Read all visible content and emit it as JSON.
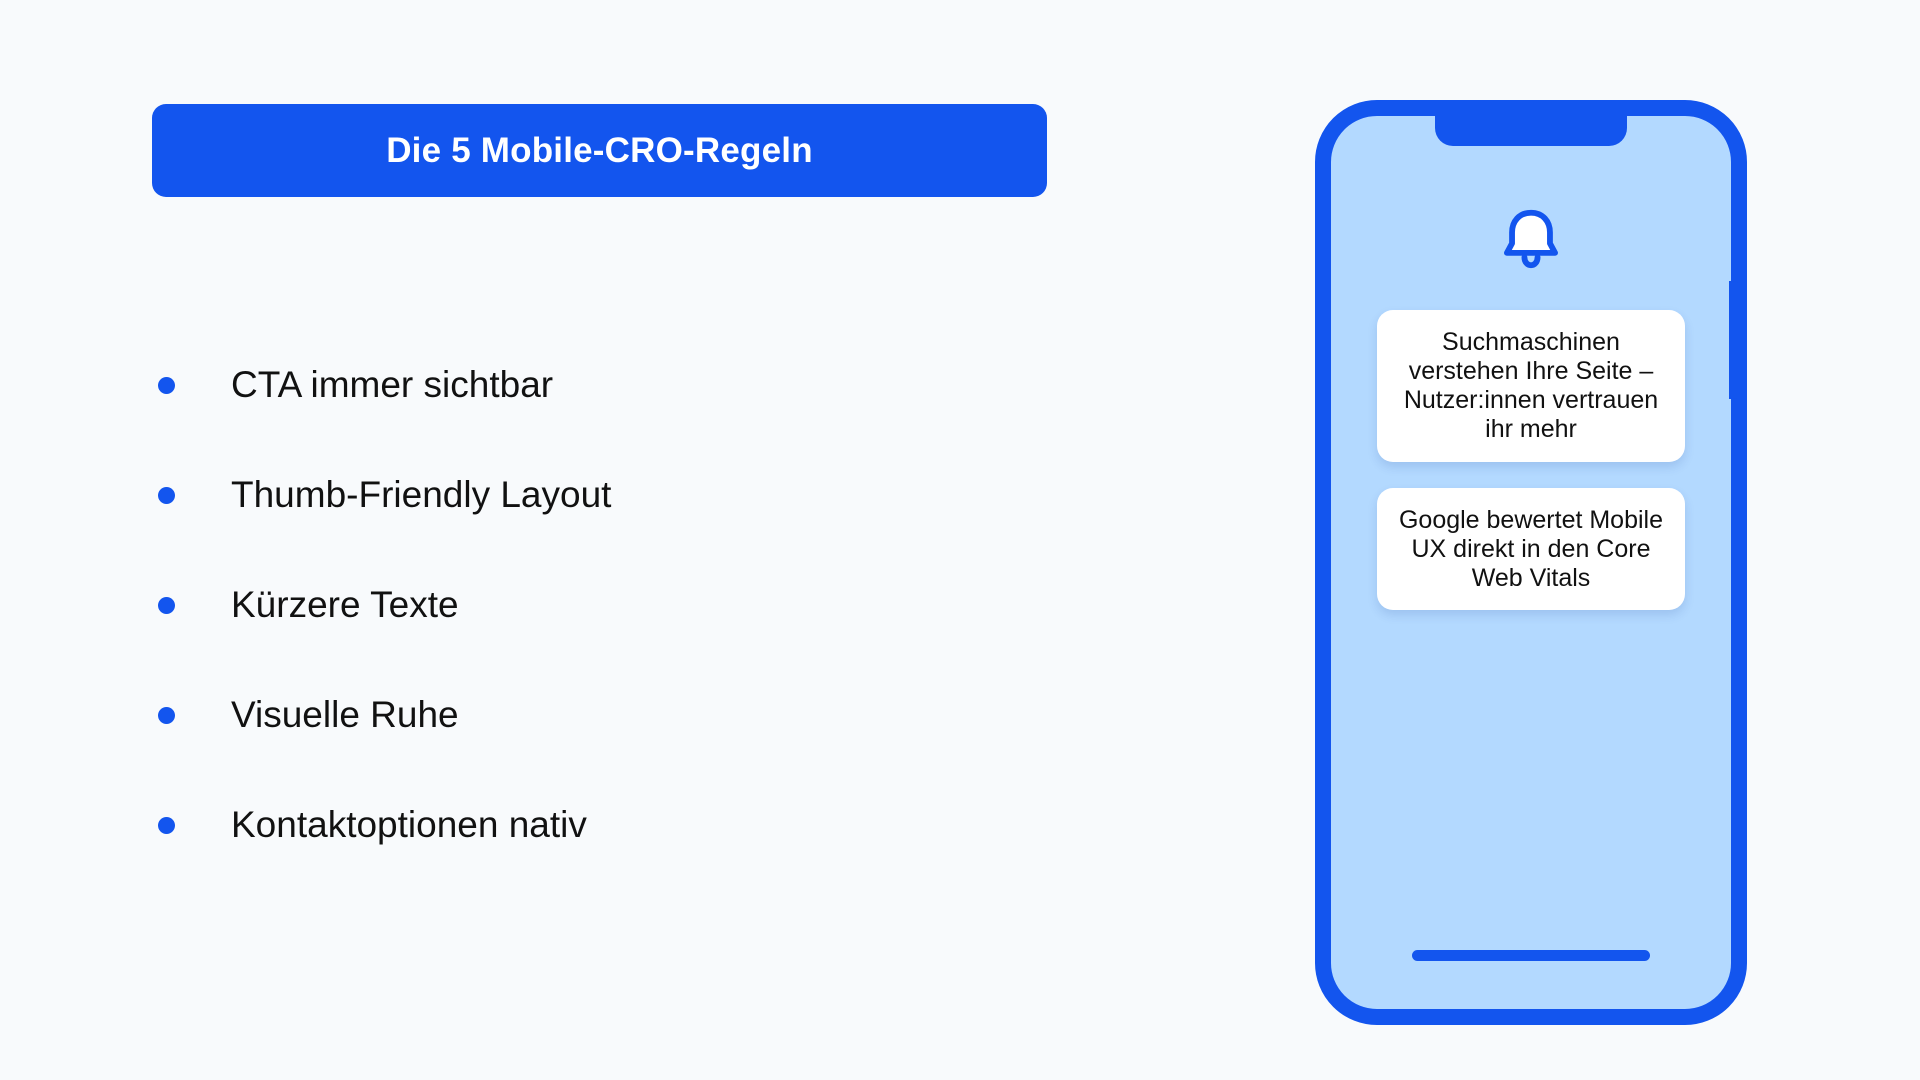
{
  "slide": {
    "background_color": "#f8fafc",
    "accent_color": "#1355ee",
    "screen_color": "#b3d9ff"
  },
  "title_banner": {
    "text": "Die 5 Mobile-CRO-Regeln"
  },
  "bullets": [
    {
      "label": "CTA immer sichtbar"
    },
    {
      "label": "Thumb-Friendly Layout"
    },
    {
      "label": "Kürzere Texte"
    },
    {
      "label": "Visuelle Ruhe"
    },
    {
      "label": "Kontaktoptionen nativ"
    }
  ],
  "phone": {
    "bell_icon": "bell-icon",
    "notifications": [
      {
        "text": "Suchmaschinen verstehen Ihre Seite – Nutzer:innen vertrauen ihr mehr"
      },
      {
        "text": "Google bewertet Mobile UX direkt in den Core Web Vitals"
      }
    ]
  }
}
